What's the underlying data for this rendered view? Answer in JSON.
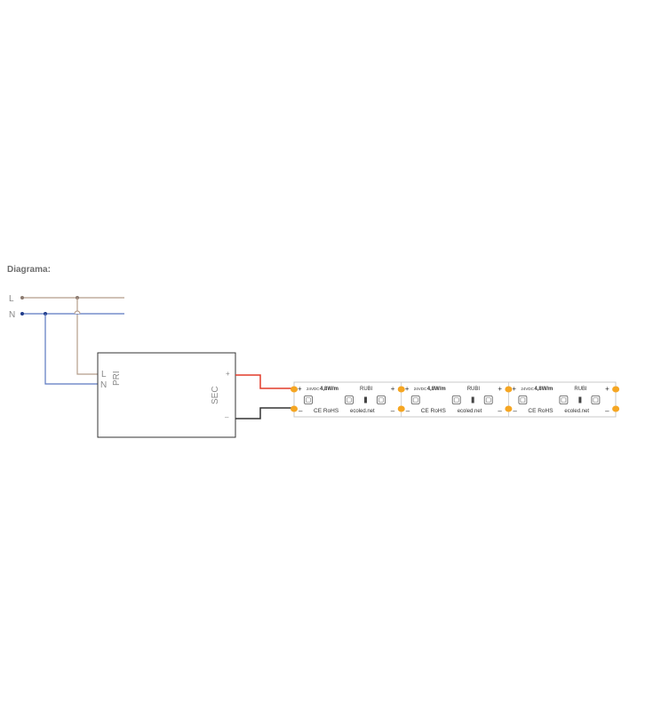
{
  "title": "Diagrama:",
  "mains": {
    "line_label": "L",
    "neutral_label": "N"
  },
  "driver": {
    "input_line_label": "L",
    "input_neutral_label": "N",
    "primary_label": "PRI",
    "secondary_label": "SEC",
    "positive_terminal": "+",
    "negative_terminal": "–"
  },
  "strip": {
    "segments": [
      {
        "voltage": "24VDC",
        "power": "4,8W/m",
        "name": "RUBI",
        "cert": "CE RoHS",
        "website": "ecoled.net",
        "plus": "+",
        "minus": "–"
      },
      {
        "voltage": "24VDC",
        "power": "4,8W/m",
        "name": "RUBI",
        "cert": "CE RoHS",
        "website": "ecoled.net",
        "plus": "+",
        "minus": "–"
      },
      {
        "voltage": "24VDC",
        "power": "4,8W/m",
        "name": "RUBI",
        "cert": "CE RoHS",
        "website": "ecoled.net",
        "plus": "+",
        "minus": "–"
      }
    ]
  },
  "colors": {
    "line_wire": "#b59c8a",
    "neutral_wire": "#5a78c0",
    "positive_wire": "#e23b2a",
    "negative_wire": "#333333",
    "solder_pad": "#f5a623",
    "outline": "#333333",
    "label_gray": "#8a8a8a"
  }
}
